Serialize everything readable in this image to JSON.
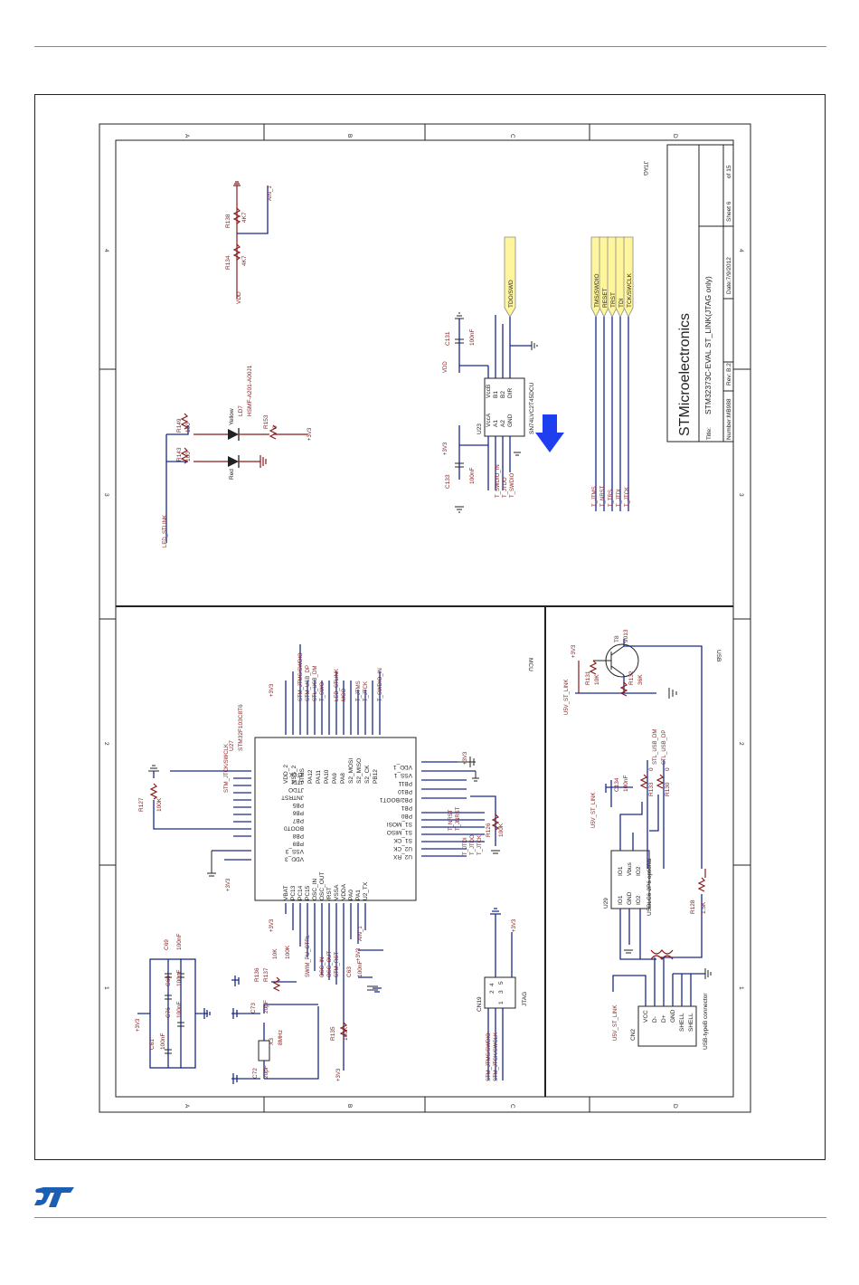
{
  "title_block": {
    "company": "STMicroelectronics",
    "title_label": "Title:",
    "title": "STM32373C-EVAL ST_LINK(JTAG only)",
    "number_label": "Number:MB988",
    "rev": "Rev: B.2",
    "date": "Date:7/9/2012",
    "sheet": "Sheet 6",
    "of": "of 15",
    "page_name": "JTAG"
  },
  "zones": {
    "letters": [
      "A",
      "B",
      "C",
      "D"
    ],
    "numbers": [
      "4",
      "3",
      "2",
      "1"
    ]
  },
  "sections": {
    "mcu": "MCU",
    "usb": "USB"
  },
  "jtag_block": {
    "r138": "R138",
    "r138_val": "4K7",
    "r134": "R134",
    "r134_val": "4K7",
    "vdd": "VDD",
    "ain1": "AIN_1",
    "ld7": "LD7",
    "ld7_part": "HSMF-A201-A00J1",
    "yellow": "Yellow",
    "red": "Red",
    "r149": "R149",
    "r149_val": "100",
    "r143": "R143",
    "r143_val": "100",
    "r153": "R153",
    "r153_val": "0",
    "v33": "+3V3",
    "led_net": "LED_STLINK",
    "c131": "C131",
    "c131_val": "100nF",
    "c133": "C133",
    "c133_val": "100nF",
    "u23": "U23",
    "u23_part": "SN74LVC2T45DCU",
    "u23_left": [
      "VccA",
      "A1",
      "A2",
      "GND"
    ],
    "u23_right": [
      "VccB",
      "B1",
      "B2",
      "DIR"
    ],
    "u23_nets": [
      "T_SWDIO_IN",
      "T_JTDO",
      "T_SWDIO"
    ],
    "tdo": "TDO/SWD",
    "conn_pins": [
      "TMS/SWDIO",
      "RESET",
      "TRST",
      "TDI",
      "TCK/SWCLK"
    ],
    "conn_nets": [
      "T_JTMS",
      "T_NRST",
      "T_TRS",
      "T_JTDI",
      "T_JTCK"
    ]
  },
  "mcu_block": {
    "u27": "U27",
    "u27_part": "STM32F103C8T6",
    "right_pins": [
      "VDD_2",
      "VSS_2",
      "JTMS",
      "PA12",
      "PA11",
      "PA10",
      "PA9",
      "PA8",
      "S2_MOSI",
      "S2_MISO",
      "S2_CK",
      "PB12"
    ],
    "left_pins": [
      "JTCK",
      "JTDI",
      "JTDO",
      "JNTRST",
      "PB5",
      "PB6",
      "PB7",
      "BOOT0",
      "PB8",
      "PB9",
      "VSS_3",
      "VDD_3"
    ],
    "top_pins": [
      "VBAT",
      "PC13",
      "PC14",
      "PC15",
      "OSC_IN",
      "OSC_OUT",
      "/RST",
      "VSSA",
      "VDDA",
      "PA0",
      "PA1",
      "U2_TX"
    ],
    "bottom_pins": [
      "VDD_1",
      "VSS_1",
      "PB11",
      "PB10",
      "PB2/BOOT1",
      "PB1",
      "PB0",
      "S1_MOSI",
      "S1_MISO",
      "S1_CK",
      "U2_CK",
      "U2_RX"
    ],
    "top_nets": [
      "STM_JTMS/SWDIO",
      "STM_USB_DP",
      "STL_USB_DM",
      "T_SWO",
      "LED_STLINK",
      "MCO",
      "T_JTMS",
      "T_JTCK",
      "T_SWDIO_IN"
    ],
    "top_net_supply": "+3V3",
    "bottom_nets": [
      "T_NRST",
      "T_JNRST",
      "T_JTDI",
      "T_JTDO",
      "T_JTCK"
    ],
    "swclk": "STM_JTCK/SWCLK",
    "r127": "R127",
    "r127_val": "100K",
    "r126": "R126",
    "r126_val": "100K",
    "left_nets": [
      "SWIM_PU_CTRL",
      "OSC_IN",
      "OSC_OUT",
      "STM_RST",
      "AIN_1"
    ],
    "c69": "C69",
    "c69_val": "100nF",
    "c60": "C60",
    "c60_val": "100nF",
    "c76": "C76",
    "c76_val": "100nF",
    "c61": "C61",
    "c61_val": "100nF",
    "c73": "C73",
    "c73_val": "20pF",
    "c72": "C72",
    "c72_val": "20pF",
    "c63": "C63",
    "c63_val": "100nF",
    "x3": "X3",
    "x3_val": "8MHz",
    "r136": "R136",
    "r136_val": "100K",
    "r137": "R137",
    "r137_val": "10K",
    "r135": "R135",
    "r135_val": "100K",
    "cn19": "CN19",
    "cn19_pins": [
      "2",
      "4",
      "1",
      "3",
      "5"
    ],
    "cn19_name": "JTAG",
    "cn19_nets": [
      "STM_JTMS/SWDIO",
      "STM_JTCK/SWCLK"
    ]
  },
  "usb_block": {
    "t8": "T8",
    "t8_part": "9013",
    "r131": "R131",
    "r131_val": "10K",
    "r132": "R132",
    "r132_val": "36K",
    "usb5v": "U5V_ST_LINK",
    "c134": "C134",
    "c134_val": "100nF",
    "r133": "R133",
    "r133_val": "0",
    "r130": "R130",
    "r130_val": "0",
    "usb_dm": "STL_USB_DM",
    "usb_dp": "STL_USB_DP",
    "u29": "U29",
    "u29_pins": [
      "IO1",
      "GND",
      "IO2",
      "IO1",
      "Vbus",
      "IO2"
    ],
    "u29_part": "USBLC6-2P6 optional",
    "r128": "R128",
    "r128_val": "1.5K",
    "cn2": "CN2",
    "cn2_pins": [
      "VCC",
      "D-",
      "D+",
      "GND",
      "SHELL",
      "SHELL"
    ],
    "cn2_name": "USB-typeB connector"
  },
  "colors": {
    "wire": "#1a2a8a",
    "part": "#8b1a1a",
    "arrow": "#1f3ef0",
    "ink": "#222222",
    "logo": "#1a5fb4"
  }
}
